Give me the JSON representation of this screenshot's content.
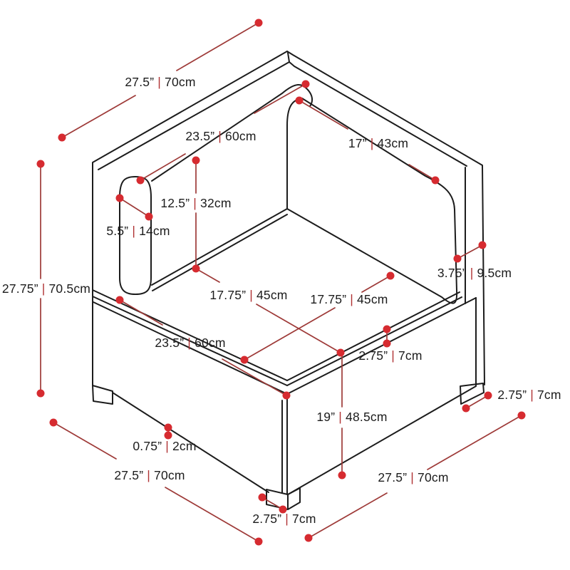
{
  "diagram": {
    "figure": "corner-sectional-sofa-isometric-outline",
    "colors": {
      "background": "#ffffff",
      "outline": "#1c1c1c",
      "dimension_line": "#9e3a38",
      "dimension_dot": "#d62b30",
      "separator": "#b03234",
      "label_text": "#1c1c1c"
    },
    "labels": [
      {
        "id": "back-left-top-width",
        "inches": "27.5”",
        "sep": "|",
        "cm": "70cm"
      },
      {
        "id": "back-left-cushion-width",
        "inches": "23.5”",
        "sep": "|",
        "cm": "60cm"
      },
      {
        "id": "back-right-cushion-width",
        "inches": "17”",
        "sep": "|",
        "cm": "43cm"
      },
      {
        "id": "back-height-above-seat",
        "inches": "12.5”",
        "sep": "|",
        "cm": "32cm"
      },
      {
        "id": "arm-cushion-thickness",
        "inches": "5.5”",
        "sep": "|",
        "cm": "14cm"
      },
      {
        "id": "back-panel-thickness",
        "inches": "3.75”",
        "sep": "|",
        "cm": "9.5cm"
      },
      {
        "id": "overall-height",
        "inches": "27.75”",
        "sep": "|",
        "cm": "70.5cm"
      },
      {
        "id": "seat-depth-left",
        "inches": "17.75”",
        "sep": "|",
        "cm": "45cm"
      },
      {
        "id": "seat-depth-right",
        "inches": "17.75”",
        "sep": "|",
        "cm": "45cm"
      },
      {
        "id": "base-front-left-width",
        "inches": "23.5”",
        "sep": "|",
        "cm": "60cm"
      },
      {
        "id": "seat-lip-height",
        "inches": "2.75”",
        "sep": "|",
        "cm": "7cm"
      },
      {
        "id": "right-leg-height",
        "inches": "2.75”",
        "sep": "|",
        "cm": "7cm"
      },
      {
        "id": "base-height",
        "inches": "19”",
        "sep": "|",
        "cm": "48.5cm"
      },
      {
        "id": "base-edge-thickness",
        "inches": "0.75”",
        "sep": "|",
        "cm": "2cm"
      },
      {
        "id": "base-bottom-left-width",
        "inches": "27.5”",
        "sep": "|",
        "cm": "70cm"
      },
      {
        "id": "base-bottom-right-width",
        "inches": "27.5”",
        "sep": "|",
        "cm": "70cm"
      },
      {
        "id": "front-leg-height",
        "inches": "2.75”",
        "sep": "|",
        "cm": "7cm"
      }
    ]
  }
}
